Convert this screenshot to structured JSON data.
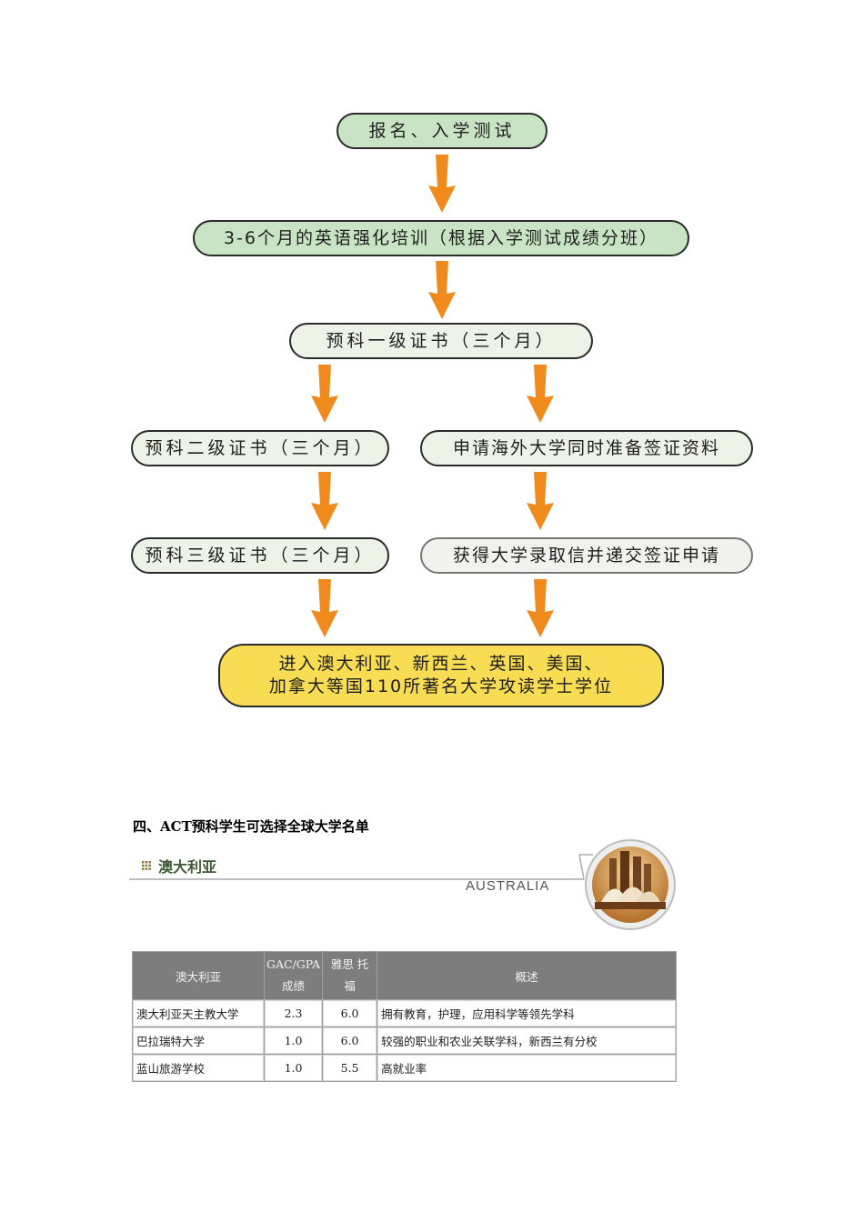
{
  "flowchart": {
    "step1": "报名、入学测试",
    "step2": "3-6个月的英语强化培训（根据入学测试成绩分班）",
    "step3": "预科一级证书（三个月）",
    "left": {
      "step4": "预科二级证书（三个月）",
      "step5": "预科三级证书（三个月）"
    },
    "right": {
      "step4": "申请海外大学同时准备签证资料",
      "step5": "获得大学录取信并递交签证申请"
    },
    "final_line1": "进入澳大利亚、新西兰、英国、美国、",
    "final_line2": "加拿大等国110所著名大学攻读学士学位"
  },
  "section": {
    "heading": "四、ACT预科学生可选择全球大学名单"
  },
  "banner": {
    "title": "澳大利亚",
    "subtitle": "AUSTRALIA"
  },
  "table": {
    "headers": {
      "col1": "澳大利亚",
      "col2_line1": "GAC/GPA",
      "col2_line2": "成绩",
      "col3_line1": "雅思 托",
      "col3_line2": "福",
      "col4": "概述"
    },
    "rows": [
      {
        "name": "澳大利亚天主教大学",
        "gpa": "2.3",
        "ielts": "6.0",
        "summary": "拥有教育，护理，应用科学等领先学科"
      },
      {
        "name": "巴拉瑞特大学",
        "gpa": "1.0",
        "ielts": "6.0",
        "summary": "较强的职业和农业关联学科，新西兰有分校"
      },
      {
        "name": "蓝山旅游学校",
        "gpa": "1.0",
        "ielts": "5.5",
        "summary": "高就业率"
      }
    ]
  },
  "colors": {
    "arrow": "#f08a1c",
    "box_green": "#c9e4c4",
    "box_yellow": "#f8dc53",
    "banner_text": "#3d5a33",
    "table_header": "#7d7d7d"
  }
}
